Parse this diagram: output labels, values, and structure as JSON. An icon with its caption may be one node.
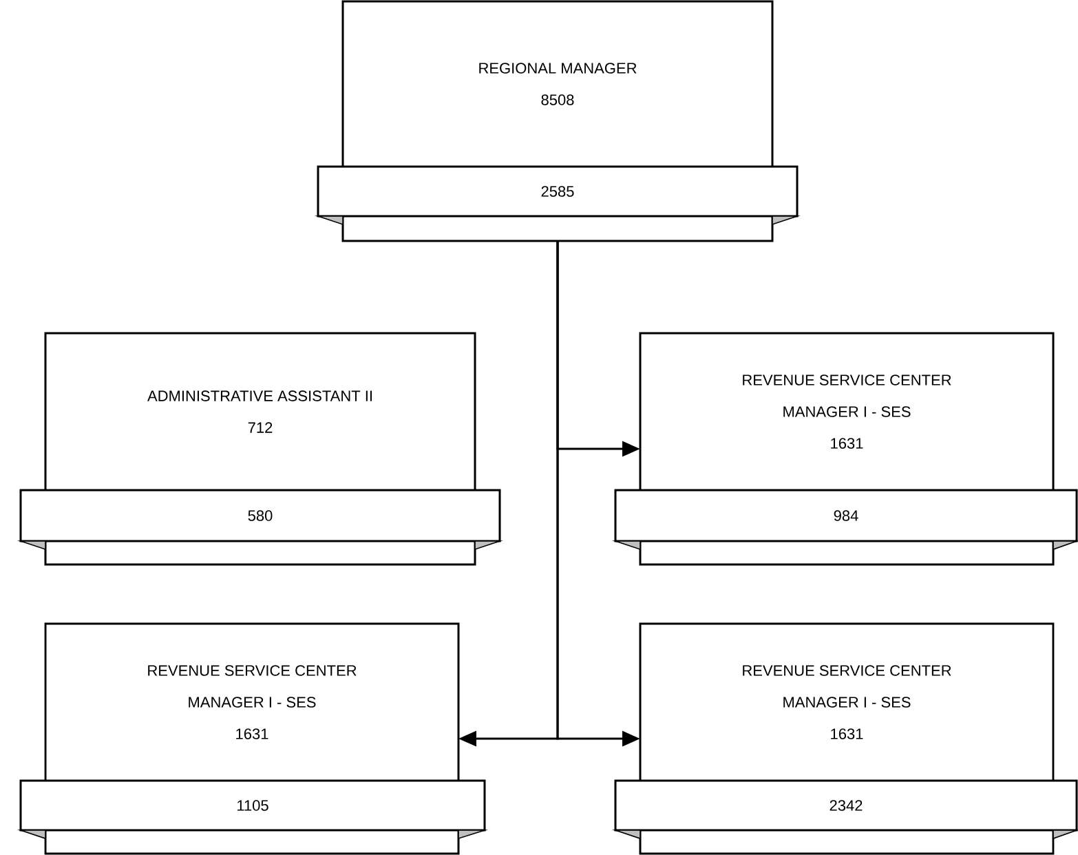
{
  "diagram": {
    "nodes": [
      {
        "text": [
          "REGIONAL MANAGER",
          "8508"
        ]
      },
      {
        "text": [
          "2585"
        ]
      },
      {
        "text": [
          "ADMINISTRATIVE ASSISTANT II",
          "712"
        ]
      },
      {
        "text": [
          "580"
        ]
      },
      {
        "text": [
          "REVENUE SERVICE CENTER MANAGER I - SES",
          "1631"
        ]
      },
      {
        "text": [
          "984"
        ]
      },
      {
        "text": [
          "REVENUE SERVICE CENTER MANAGER I - SES",
          "1631"
        ]
      },
      {
        "text": [
          "1105"
        ]
      },
      {
        "text": [
          "REVENUE SERVICE CENTER MANAGER I - SES",
          "1631"
        ]
      },
      {
        "text": [
          "2342"
        ]
      }
    ],
    "edges": [
      {
        "from": 0,
        "to": 4,
        "arrow": "to"
      },
      {
        "from": 0,
        "to": 6,
        "arrow": "to"
      },
      {
        "from": 0,
        "to": 8,
        "arrow": "to"
      }
    ]
  }
}
